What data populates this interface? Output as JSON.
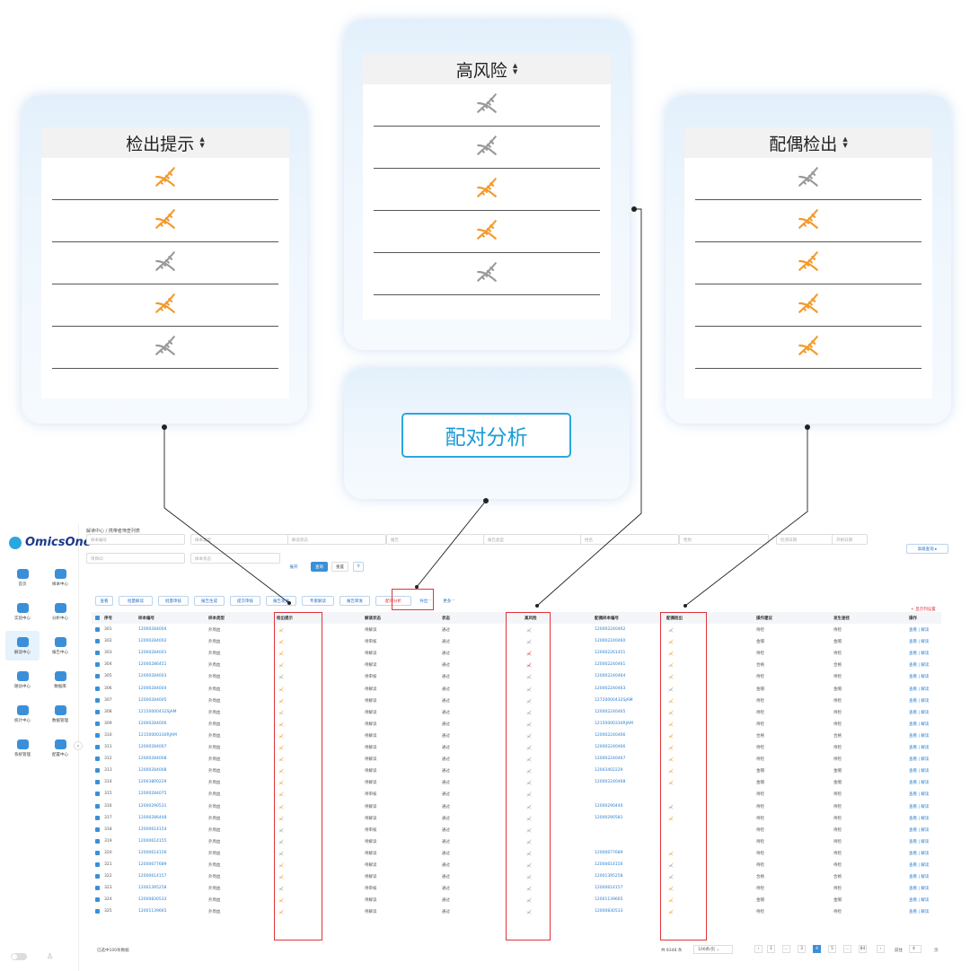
{
  "callouts": {
    "detect_hint": {
      "title": "检出提示",
      "rows": [
        "orange",
        "orange",
        "gray",
        "orange",
        "gray"
      ]
    },
    "high_risk": {
      "title": "高风险",
      "rows": [
        "gray",
        "gray",
        "orange",
        "orange",
        "gray"
      ]
    },
    "spouse_detect": {
      "title": "配偶检出",
      "rows": [
        "gray",
        "orange",
        "orange",
        "orange",
        "orange"
      ]
    },
    "pair_analysis": {
      "label": "配对分析"
    }
  },
  "colors": {
    "orange": "#f39a2b",
    "gray": "#9a9a9a",
    "red": "#e0343a",
    "accent": "#2aa7de"
  },
  "app": {
    "logo": "OmicsOne",
    "nav": [
      "首页",
      "样本中心",
      "实验中心",
      "分析中心",
      "解读中心",
      "报告中心",
      "随访中心",
      "数据库",
      "统计中心",
      "数据管理",
      "系统管理",
      "配置中心"
    ],
    "breadcrumb": "解读中心 / 携带者筛查列表",
    "filters": [
      "样本编号",
      "样本类型",
      "解读状态",
      "报告",
      "报告类型",
      "姓名",
      "性别",
      "检测日期",
      "开始日期",
      "结束日期",
      "送检单位",
      "项目ID",
      "样本状态",
      "详情"
    ],
    "filter_buttons": {
      "toggle": "展开",
      "search": "查询",
      "reset": "重置"
    },
    "actions": [
      "查看",
      "批量解读",
      "批量审核",
      "报告生成",
      "提交审核",
      "报告发送",
      "专家解读",
      "报告转发",
      "配对分析",
      "导出",
      "更多"
    ],
    "extra_link": "+ 显示列设置",
    "columns": [
      "序号",
      "样本编号",
      "样本类型",
      "检出提示",
      "解读状态",
      "状态",
      "高风险",
      "配偶样本编号",
      "配偶检出",
      "操作建议",
      "发生途径",
      "操作"
    ],
    "rows": [
      {
        "no": "301",
        "sid": "12000284004",
        "type": "外周血",
        "hint": "o",
        "status": "待解读",
        "st": "通过",
        "risk": "g",
        "spouse": "120002240462",
        "sp": "g",
        "adv": "待检",
        "path": "待检"
      },
      {
        "no": "302",
        "sid": "12000284002",
        "type": "外周血",
        "hint": "o",
        "status": "待审核",
        "st": "通过",
        "risk": "g",
        "spouse": "120002240460",
        "sp": "o",
        "adv": "金帽",
        "path": "金帽"
      },
      {
        "no": "303",
        "sid": "12000284001",
        "type": "外周血",
        "hint": "o",
        "status": "待解读",
        "st": "通过",
        "risk": "r",
        "spouse": "120002261451",
        "sp": "o",
        "adv": "待检",
        "path": "待检"
      },
      {
        "no": "304",
        "sid": "12000286451",
        "type": "外周血",
        "hint": "o",
        "status": "待解读",
        "st": "通过",
        "risk": "r",
        "spouse": "120002240461",
        "sp": "o",
        "adv": "合格",
        "path": "合格"
      },
      {
        "no": "305",
        "sid": "12000284003",
        "type": "外周血",
        "hint": "g",
        "status": "待审核",
        "st": "通过",
        "risk": "g",
        "spouse": "120002240464",
        "sp": "o",
        "adv": "待检",
        "path": "待检"
      },
      {
        "no": "306",
        "sid": "12000284004",
        "type": "外周血",
        "hint": "o",
        "status": "待解读",
        "st": "通过",
        "risk": "g",
        "spouse": "120002240463",
        "sp": "g",
        "adv": "金帽",
        "path": "金帽"
      },
      {
        "no": "307",
        "sid": "12000284005",
        "type": "外周血",
        "hint": "o",
        "status": "待解读",
        "st": "通过",
        "risk": "g",
        "spouse": "12720000432SJAM",
        "sp": "o",
        "adv": "待检",
        "path": "待检"
      },
      {
        "no": "308",
        "sid": "12150000432SJAM",
        "type": "外周血",
        "hint": "o",
        "status": "待解读",
        "st": "通过",
        "risk": "g",
        "spouse": "120002240465",
        "sp": "o",
        "adv": "待检",
        "path": "待检"
      },
      {
        "no": "309",
        "sid": "12000284006",
        "type": "外周血",
        "hint": "o",
        "status": "待解读",
        "st": "通过",
        "risk": "g",
        "spouse": "12150000330RJAM",
        "sp": "o",
        "adv": "待检",
        "path": "待检"
      },
      {
        "no": "310",
        "sid": "12150000330RJAM",
        "type": "外周血",
        "hint": "o",
        "status": "待解读",
        "st": "通过",
        "risk": "g",
        "spouse": "120002240466",
        "sp": "o",
        "adv": "合格",
        "path": "合格"
      },
      {
        "no": "311",
        "sid": "12000284007",
        "type": "外周血",
        "hint": "o",
        "status": "待解读",
        "st": "通过",
        "risk": "g",
        "spouse": "120002240466",
        "sp": "o",
        "adv": "待检",
        "path": "待检"
      },
      {
        "no": "312",
        "sid": "12000284008",
        "type": "外周血",
        "hint": "o",
        "status": "待解读",
        "st": "通过",
        "risk": "g",
        "spouse": "120002240467",
        "sp": "o",
        "adv": "待检",
        "path": "待检"
      },
      {
        "no": "313",
        "sid": "12000284008",
        "type": "外周血",
        "hint": "o",
        "status": "待解读",
        "st": "通过",
        "risk": "g",
        "spouse": "12003402229",
        "sp": "o",
        "adv": "金帽",
        "path": "金帽"
      },
      {
        "no": "314",
        "sid": "12003800229",
        "type": "外周血",
        "hint": "o",
        "status": "待解读",
        "st": "通过",
        "risk": "g",
        "spouse": "120002240468",
        "sp": "o",
        "adv": "金帽",
        "path": "金帽"
      },
      {
        "no": "315",
        "sid": "12000284075",
        "type": "外周血",
        "hint": "o",
        "status": "待审核",
        "st": "通过",
        "risk": "g",
        "spouse": "",
        "sp": "",
        "adv": "待检",
        "path": "待检"
      },
      {
        "no": "316",
        "sid": "12000290531",
        "type": "外周血",
        "hint": "o",
        "status": "待解读",
        "st": "通过",
        "risk": "g",
        "spouse": "12000290440",
        "sp": "g",
        "adv": "待检",
        "path": "待检"
      },
      {
        "no": "317",
        "sid": "12000286448",
        "type": "外周血",
        "hint": "o",
        "status": "待解读",
        "st": "通过",
        "risk": "g",
        "spouse": "12000290581",
        "sp": "o",
        "adv": "待检",
        "path": "待检"
      },
      {
        "no": "318",
        "sid": "12000614154",
        "type": "外周血",
        "hint": "g",
        "status": "待审核",
        "st": "通过",
        "risk": "g",
        "spouse": "",
        "sp": "",
        "adv": "待检",
        "path": "待检"
      },
      {
        "no": "319",
        "sid": "12000614155",
        "type": "外周血",
        "hint": "g",
        "status": "待解读",
        "st": "通过",
        "risk": "g",
        "spouse": "",
        "sp": "",
        "adv": "待检",
        "path": "待检"
      },
      {
        "no": "320",
        "sid": "12000614156",
        "type": "外周血",
        "hint": "g",
        "status": "待解读",
        "st": "通过",
        "risk": "g",
        "spouse": "12000677689",
        "sp": "o",
        "adv": "待检",
        "path": "待检"
      },
      {
        "no": "321",
        "sid": "12000677689",
        "type": "外周血",
        "hint": "o",
        "status": "待解读",
        "st": "通过",
        "risk": "g",
        "spouse": "12000614156",
        "sp": "g",
        "adv": "待检",
        "path": "待检"
      },
      {
        "no": "322",
        "sid": "12000614157",
        "type": "外周血",
        "hint": "o",
        "status": "待解读",
        "st": "通过",
        "risk": "g",
        "spouse": "12001395258",
        "sp": "g",
        "adv": "合格",
        "path": "合格"
      },
      {
        "no": "323",
        "sid": "12001395258",
        "type": "外周血",
        "hint": "g",
        "status": "待审核",
        "st": "通过",
        "risk": "g",
        "spouse": "12000614157",
        "sp": "o",
        "adv": "待检",
        "path": "待检"
      },
      {
        "no": "324",
        "sid": "12000830533",
        "type": "外周血",
        "hint": "o",
        "status": "待解读",
        "st": "通过",
        "risk": "g",
        "spouse": "12001139665",
        "sp": "o",
        "adv": "金帽",
        "path": "金帽"
      },
      {
        "no": "325",
        "sid": "12001139665",
        "type": "外周血",
        "hint": "o",
        "status": "待解读",
        "st": "通过",
        "risk": "g",
        "spouse": "12000830533",
        "sp": "o",
        "adv": "待检",
        "path": "待检"
      }
    ],
    "row_ops": "查看 | 解读",
    "footer_left": "已选中100条数据",
    "footer_total": "共 8348 条",
    "page_size": "100条/页",
    "pages": [
      "1",
      "...",
      "3",
      "4",
      "5",
      "...",
      "84"
    ],
    "current_page": "4",
    "goto_label": "前往",
    "goto_value": "4",
    "page_unit": "页"
  }
}
